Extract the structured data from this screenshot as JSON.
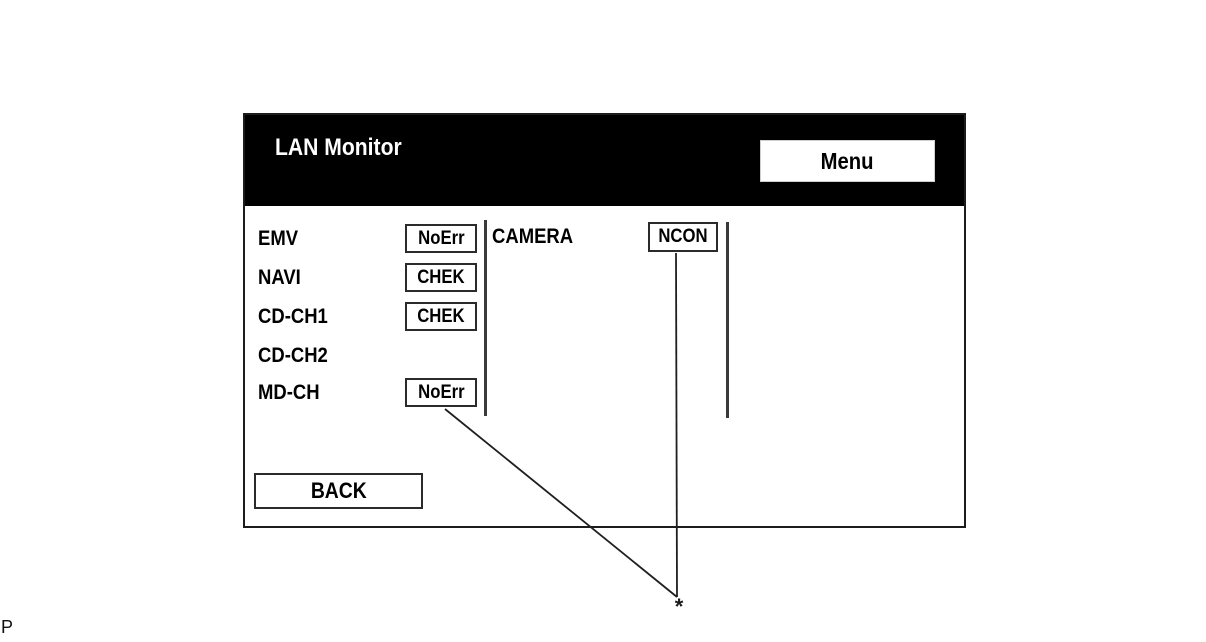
{
  "page": {
    "corner_label": "P"
  },
  "screen": {
    "title": "LAN Monitor",
    "menu_button_label": "Menu",
    "device_rows": [
      {
        "label": "EMV",
        "status": "NoErr"
      },
      {
        "label": "NAVI",
        "status": "CHEK"
      },
      {
        "label": "CD-CH1",
        "status": "CHEK"
      },
      {
        "label": "CD-CH2",
        "status": ""
      },
      {
        "label": "MD-CH",
        "status": "NoErr"
      }
    ],
    "camera_row": {
      "label": "CAMERA",
      "status": "NCON"
    },
    "back_button_label": "BACK"
  },
  "annotation": {
    "asterisk": "*"
  },
  "colors": {
    "header_background": "#000000",
    "header_text": "#ffffff",
    "panel_background": "#ffffff",
    "border_and_text": "#000000",
    "divider": "#3a3a3a"
  }
}
